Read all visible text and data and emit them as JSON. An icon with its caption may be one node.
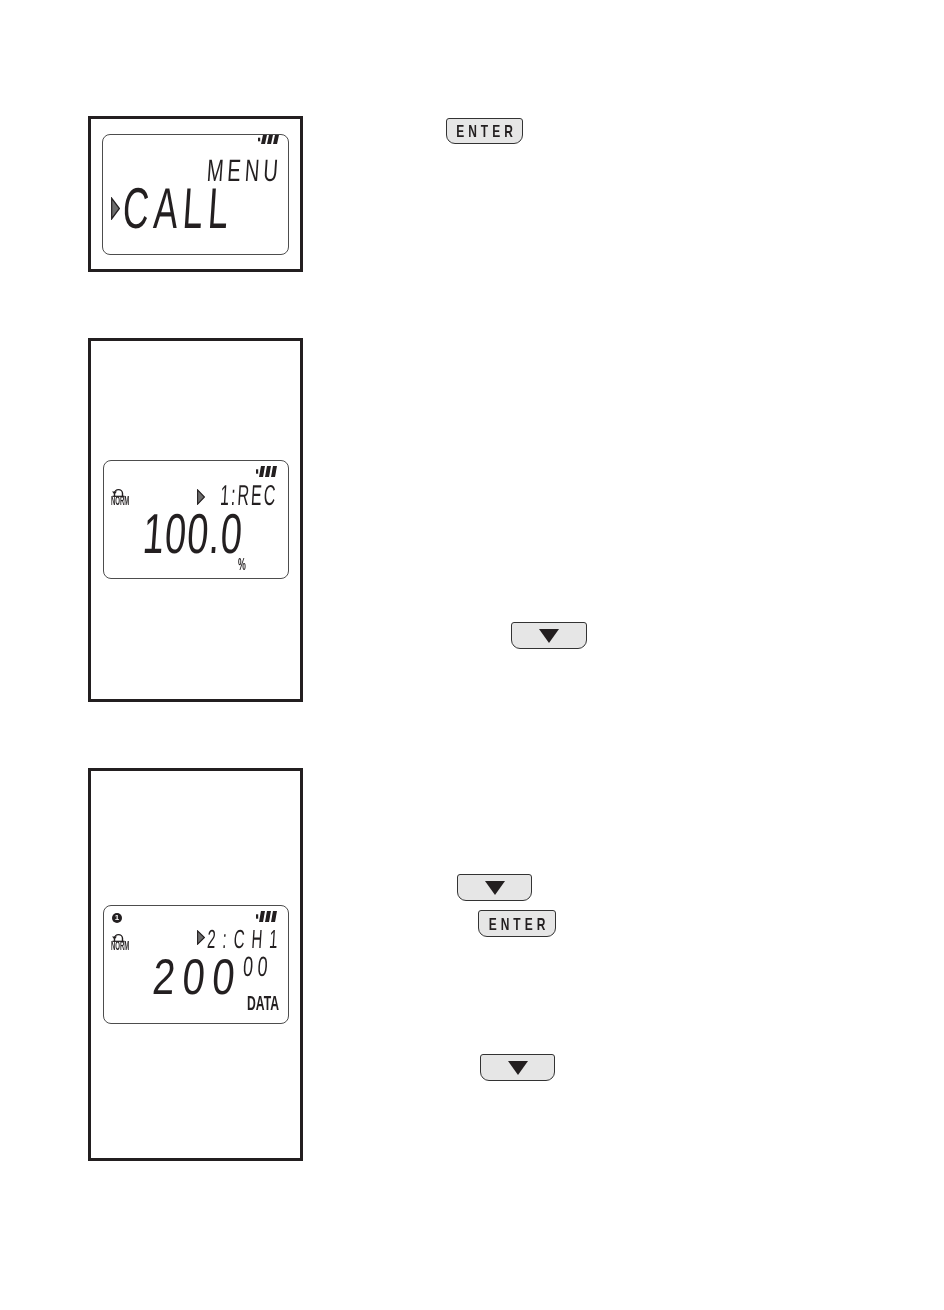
{
  "diagram": {
    "nodes": [
      {
        "text": [],
        "shape": "box"
      },
      {
        "text": [
          "MENU",
          "CALL"
        ],
        "in": 0
      },
      {
        "text": [
          "ENTER"
        ]
      },
      {
        "text": [],
        "shape": "box"
      },
      {
        "text": [
          "NORM",
          "1:REC",
          "100.0",
          "%"
        ],
        "in": 3
      },
      {
        "text": [],
        "shape": "box"
      },
      {
        "text": [],
        "shape": "box"
      },
      {
        "text": [
          "1",
          "NORM",
          "2:CH1",
          "200",
          "00",
          "DATA"
        ],
        "in": 6
      },
      {
        "text": [],
        "shape": "box"
      },
      {
        "text": [
          "ENTER"
        ]
      },
      {
        "text": [],
        "shape": "box"
      }
    ]
  }
}
